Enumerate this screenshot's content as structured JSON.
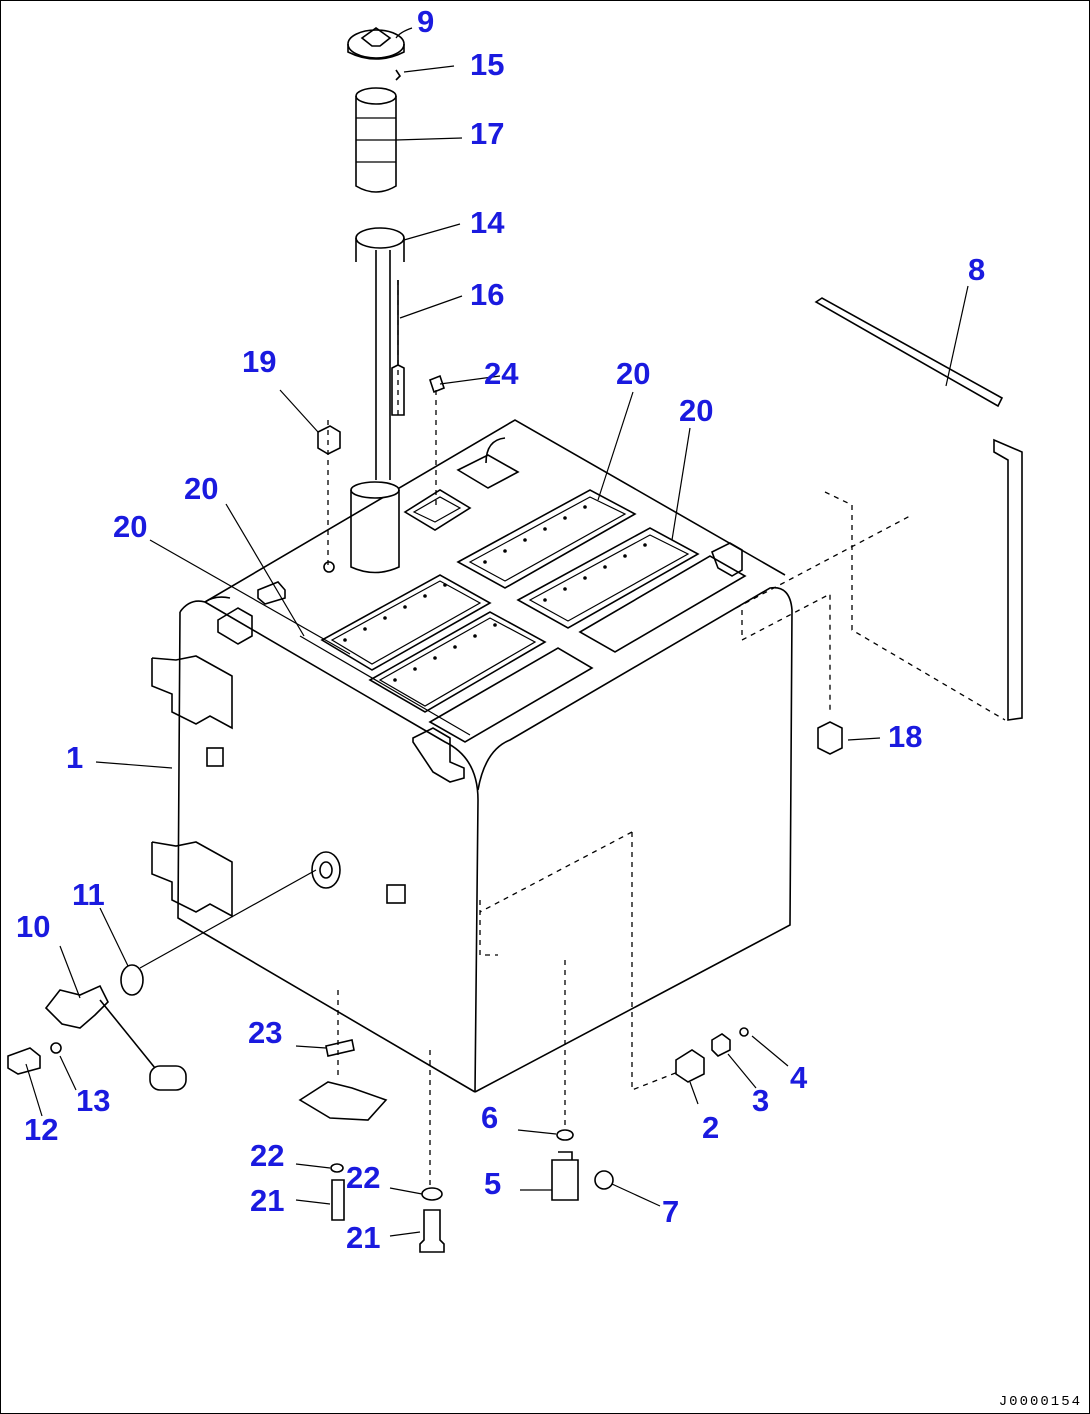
{
  "diagram": {
    "drawing_code": "J0000154",
    "callouts": [
      {
        "id": "c1",
        "label": "1"
      },
      {
        "id": "c2",
        "label": "2"
      },
      {
        "id": "c3",
        "label": "3"
      },
      {
        "id": "c4",
        "label": "4"
      },
      {
        "id": "c5",
        "label": "5"
      },
      {
        "id": "c6",
        "label": "6"
      },
      {
        "id": "c7",
        "label": "7"
      },
      {
        "id": "c8",
        "label": "8"
      },
      {
        "id": "c9",
        "label": "9"
      },
      {
        "id": "c10",
        "label": "10"
      },
      {
        "id": "c11",
        "label": "11"
      },
      {
        "id": "c12",
        "label": "12"
      },
      {
        "id": "c13",
        "label": "13"
      },
      {
        "id": "c14",
        "label": "14"
      },
      {
        "id": "c15",
        "label": "15"
      },
      {
        "id": "c16",
        "label": "16"
      },
      {
        "id": "c17",
        "label": "17"
      },
      {
        "id": "c18",
        "label": "18"
      },
      {
        "id": "c19",
        "label": "19"
      },
      {
        "id": "c20a",
        "label": "20"
      },
      {
        "id": "c20b",
        "label": "20"
      },
      {
        "id": "c20c",
        "label": "20"
      },
      {
        "id": "c20d",
        "label": "20"
      },
      {
        "id": "c21a",
        "label": "21"
      },
      {
        "id": "c21b",
        "label": "21"
      },
      {
        "id": "c22a",
        "label": "22"
      },
      {
        "id": "c22b",
        "label": "22"
      },
      {
        "id": "c23",
        "label": "23"
      },
      {
        "id": "c24",
        "label": "24"
      }
    ]
  }
}
